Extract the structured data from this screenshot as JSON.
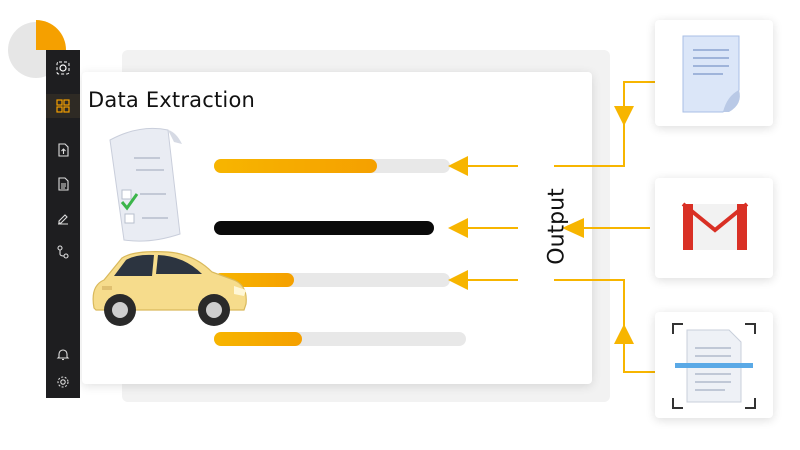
{
  "app": {
    "title": "Data Extraction",
    "output_label": "Output"
  },
  "sidebar": {
    "items": [
      {
        "name": "logo-icon"
      },
      {
        "name": "dashboard-grid-icon",
        "active": true
      },
      {
        "name": "upload-file-icon"
      },
      {
        "name": "document-icon"
      },
      {
        "name": "edit-pencil-icon"
      },
      {
        "name": "workflow-icon"
      },
      {
        "name": "bell-icon"
      },
      {
        "name": "settings-gear-icon"
      }
    ]
  },
  "extraction_rows": [
    {
      "fill_percent": 69,
      "color": "#f5a000"
    },
    {
      "fill_percent": 100,
      "color": "#0a0a0a"
    },
    {
      "fill_percent": 34,
      "color": "#f5a000"
    },
    {
      "fill_percent": 35,
      "color": "#f5a000"
    }
  ],
  "sources": [
    {
      "name": "document-source-icon"
    },
    {
      "name": "gmail-source-icon"
    },
    {
      "name": "scanned-document-source-icon"
    }
  ],
  "colors": {
    "accent": "#f5a000",
    "arrow": "#f7b500",
    "sidebar": "#1e1e20",
    "track": "#e8e8e8",
    "car": "#f6dc8c"
  }
}
